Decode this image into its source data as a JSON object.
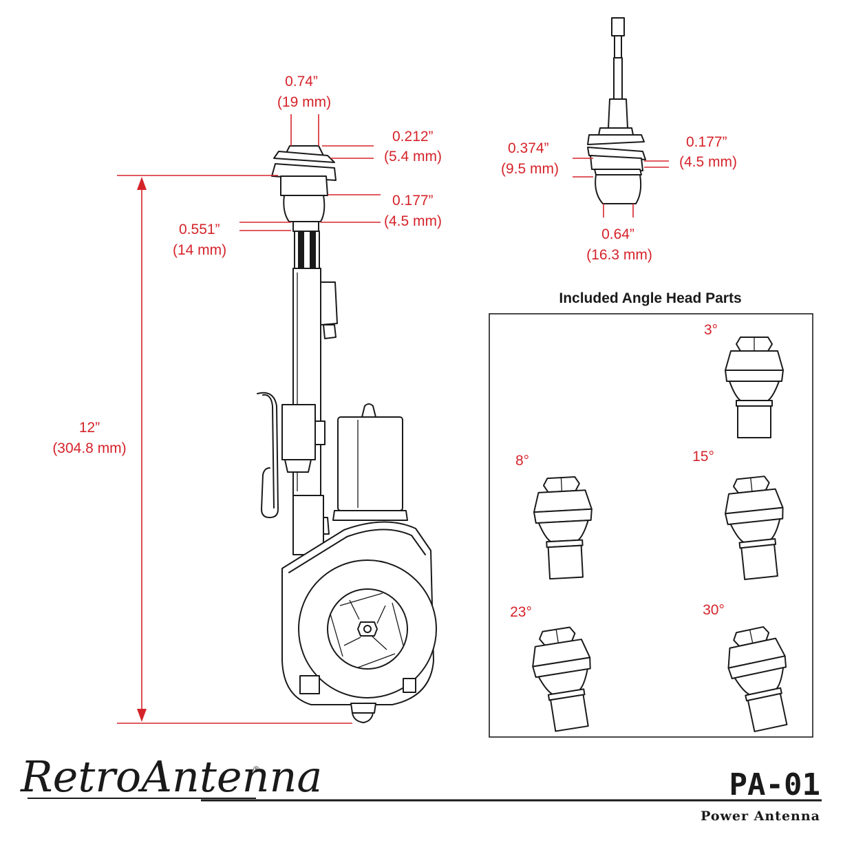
{
  "main_dimensions": {
    "top_width": {
      "in": "0.74”",
      "mm": "(19 mm)"
    },
    "nut_height": {
      "in": "0.212”",
      "mm": "(5.4 mm)"
    },
    "collar_height": {
      "in": "0.177”",
      "mm": "(4.5 mm)"
    },
    "base_width": {
      "in": "0.551”",
      "mm": "(14 mm)"
    },
    "total_length": {
      "in": "12”",
      "mm": "(304.8 mm)"
    }
  },
  "head_dimensions": {
    "left": {
      "in": "0.374”",
      "mm": "(9.5 mm)"
    },
    "right": {
      "in": "0.177”",
      "mm": "(4.5 mm)"
    },
    "bottom": {
      "in": "0.64”",
      "mm": "(16.3 mm)"
    }
  },
  "parts_panel": {
    "title": "Included Angle Head Parts",
    "angles": [
      "3°",
      "8°",
      "15°",
      "23°",
      "30°"
    ]
  },
  "brand": {
    "logo": "RetroAntenna",
    "registered": "®",
    "model": "PA-01",
    "product_name": "Power Antenna"
  },
  "colors": {
    "accent": "#d5232a",
    "ink": "#1a1a1a"
  }
}
